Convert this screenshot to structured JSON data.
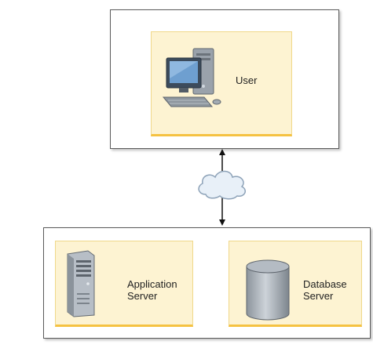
{
  "nodes": {
    "user": {
      "label": "User"
    },
    "app_server": {
      "label": "Application\nServer"
    },
    "db_server": {
      "label": "Database\nServer"
    }
  },
  "colors": {
    "card_fill": "#fdf3d2",
    "card_accent": "#f5c242",
    "frame_border": "#5a5a5a"
  },
  "icons": [
    "computer-icon",
    "cloud-icon",
    "server-tower-icon",
    "database-cylinder-icon"
  ]
}
